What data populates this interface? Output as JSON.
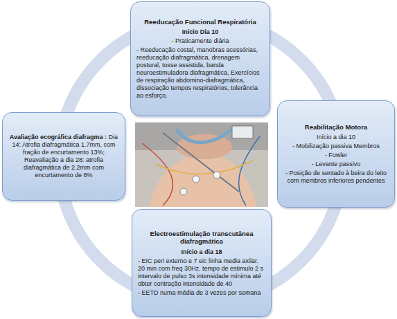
{
  "diagram": {
    "nodes": [
      {
        "text": [
          "Reeducação Funcional Respiratória",
          "Início Dia 10",
          "- Praticamente diária",
          "- Reeducação costal, manobras acessórias, reeducação diafragmática, drenagem postural, tosse assistida, banda neuroestimuladora diafragmática, Exercícios de respiração abdomino-diafragmática, dissociação tempos respiratórios, tolerância ao esforço."
        ]
      },
      {
        "text": [
          "Reabilitação Motora",
          "Início a dia 10",
          "- Mobilização passiva Membros",
          "- Fowler",
          "- Levante passivo",
          "- Posição de sentado à beira do leito com membros inferiores pendentes"
        ]
      },
      {
        "text": [
          "Electroestimulação transcutânea diafragmática",
          "Início a dia 18",
          "- EIC peri externo e 7 eic linha media axilar. 20 min com freq 30Hz, tempo de estimulo 2 s intervalo de pulso 3s intensidade mínima até obter contração intensidade de 40",
          "- EETD numa média de 3 vezes por semana"
        ]
      },
      {
        "text": [
          "Avaliação ecográfica diafragma :",
          "Dia 14: Atrofia diafragmática 1.7mm, com fração de encurtamento 13%; Reavaliação a dia 28: atrofia diafragmática de 2.2mm com encurtamento de 8%"
        ]
      }
    ]
  }
}
